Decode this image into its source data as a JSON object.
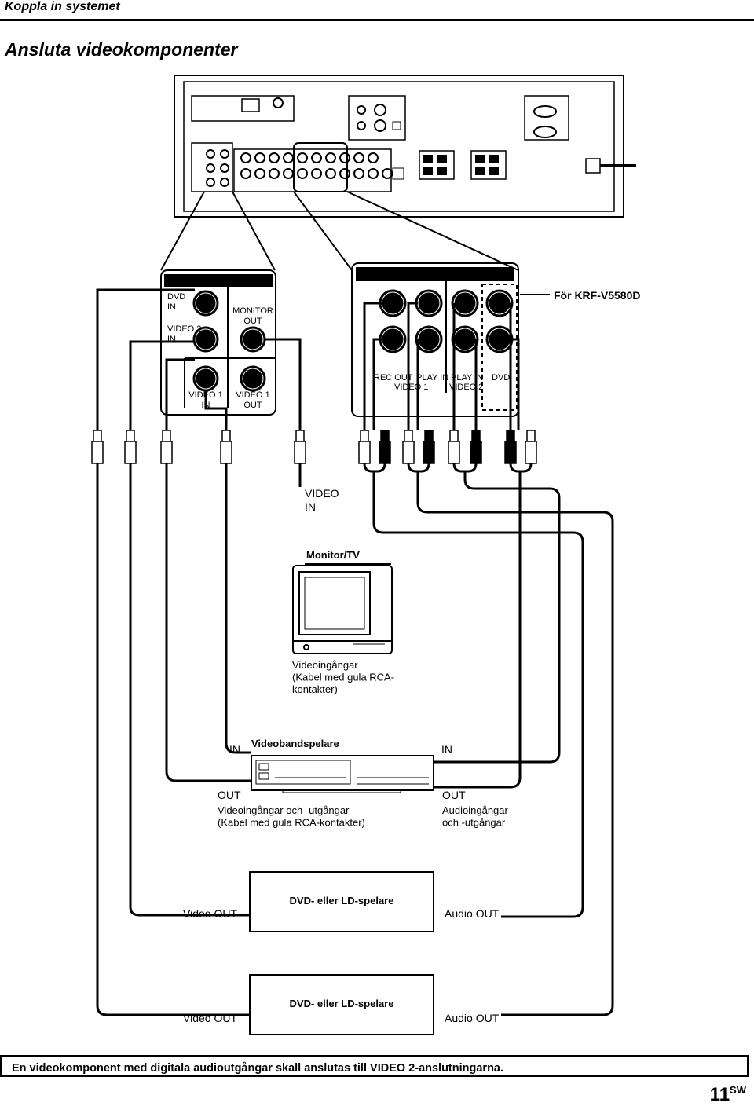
{
  "header": {
    "section": "Koppla in systemet",
    "page_title": "Ansluta videokomponenter"
  },
  "receiver_panel_left": {
    "dvd_in": "DVD\nIN",
    "video2_in": "VIDEO 2\nIN",
    "monitor_out": "MONITOR\nOUT",
    "video1_in": "VIDEO 1\nIN",
    "video1_out": "VIDEO 1\nOUT"
  },
  "receiver_panel_right": {
    "rec_out_label": "REC OUT",
    "play_in_label": "PLAY IN",
    "play_in2_label": "PLAY IN",
    "dvd_label": "DVD",
    "video1_label": "VIDEO 1",
    "video2_label": "VIDEO 2",
    "model_note": "För KRF-V5580D"
  },
  "monitor": {
    "video_in": "VIDEO\nIN",
    "title": "Monitor/TV",
    "caption": "Videoingångar\n(Kabel med gula RCA-\nkontakter)"
  },
  "vcr": {
    "title": "Videobandspelare",
    "in_left": "IN",
    "in_right": "IN",
    "out_left": "OUT",
    "out_right": "OUT",
    "caption_left": "Videoingångar och -utgångar\n(Kabel med gula RCA-kontakter)",
    "caption_right": "Audioingångar\noch -utgångar"
  },
  "dvd_player_1": {
    "title": "DVD- eller LD-spelare",
    "video_out": "Video OUT",
    "audio_out": "Audio OUT"
  },
  "dvd_player_2": {
    "title": "DVD- eller LD-spelare",
    "video_out": "Video OUT",
    "audio_out": "Audio OUT"
  },
  "footer": {
    "note": "En videokomponent med digitala audioutgångar skall anslutas till VIDEO 2-anslutningarna.",
    "page_number": "11",
    "page_suffix": "SW"
  }
}
